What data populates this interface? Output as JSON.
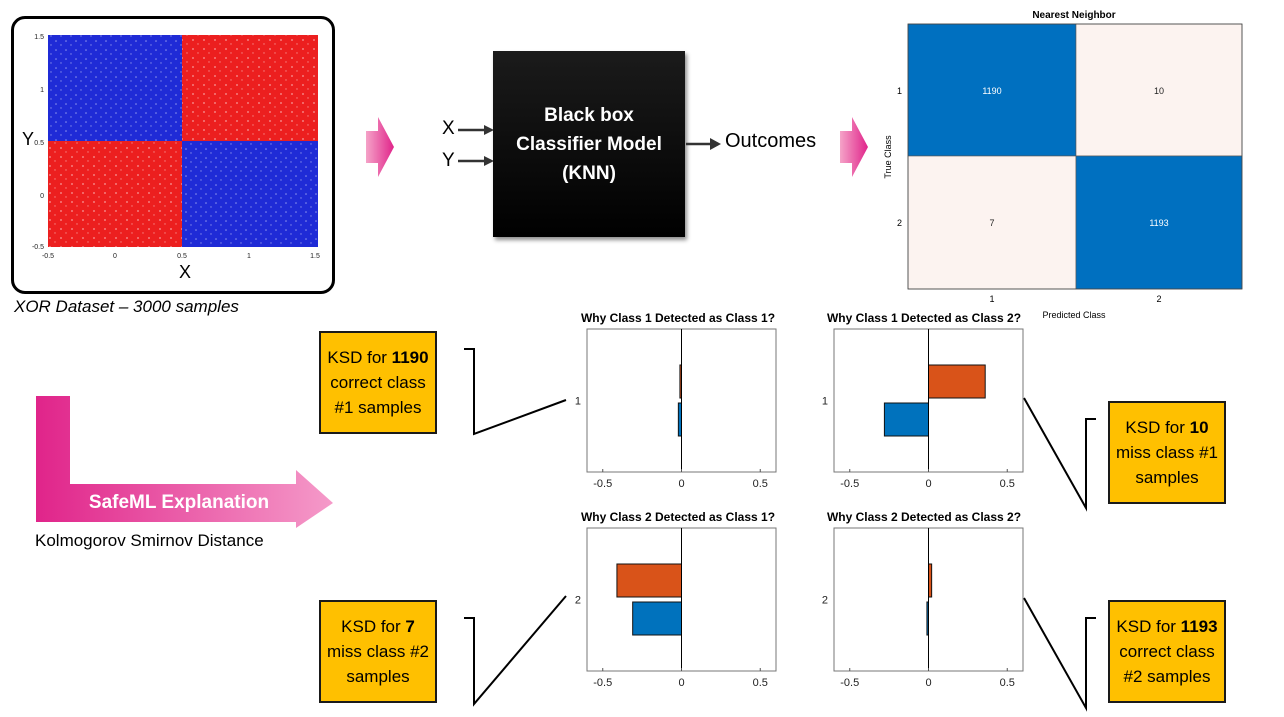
{
  "xor_plot": {
    "ylabel": "Y",
    "xlabel": "X",
    "x_ticks": [
      "-0.5",
      "0",
      "0.5",
      "1",
      "1.5"
    ],
    "y_ticks": [
      "1.5",
      "1",
      "0.5",
      "0",
      "-0.5"
    ],
    "quadrant_colors": {
      "top_left": "#1f2bd6",
      "top_right": "#ec1f1f",
      "bottom_left": "#ec1f1f",
      "bottom_right": "#1f2bd6"
    },
    "caption": "XOR Dataset – 3000 samples"
  },
  "model": {
    "line1": "Black box",
    "line2": "Classifier Model",
    "line3": "(KNN)",
    "input_x": "X",
    "input_y": "Y",
    "output": "Outcomes"
  },
  "confusion": {
    "title": "Nearest Neighbor",
    "ylabel": "True Class",
    "xlabel": "Predicted Class",
    "row_labels": [
      "1",
      "2"
    ],
    "col_labels": [
      "1",
      "2"
    ],
    "cells": [
      [
        "1190",
        "10"
      ],
      [
        "7",
        "1193"
      ]
    ],
    "diag_color": "#0070c0",
    "offdiag_color": "#fcf3f0"
  },
  "explanation": {
    "label": "SafeML Explanation",
    "caption": "Kolmogorov Smirnov Distance"
  },
  "ksd_boxes": [
    {
      "prefix": "KSD for ",
      "count": "1190",
      "rest": "correct class #1 samples"
    },
    {
      "prefix": "KSD for ",
      "count": "10",
      "rest": "miss class #1 samples"
    },
    {
      "prefix": "KSD for ",
      "count": "7",
      "rest": "miss class #2 samples"
    },
    {
      "prefix": "KSD for ",
      "count": "1193",
      "rest": "correct class #2 samples"
    }
  ],
  "chart_data": [
    {
      "type": "bar",
      "orientation": "horizontal",
      "title": "Why Class 1 Detected as Class 1?",
      "category": "1",
      "x_ticks": [
        "-0.5",
        "0",
        "0.5"
      ],
      "xlim": [
        -0.6,
        0.6
      ],
      "series": [
        {
          "values": [
            -0.01
          ],
          "color": "#d95319"
        },
        {
          "values": [
            -0.02
          ],
          "color": "#0072bd"
        }
      ]
    },
    {
      "type": "bar",
      "orientation": "horizontal",
      "title": "Why Class 1 Detected as Class 2?",
      "category": "1",
      "x_ticks": [
        "-0.5",
        "0",
        "0.5"
      ],
      "xlim": [
        -0.6,
        0.6
      ],
      "series": [
        {
          "values": [
            0.36
          ],
          "color": "#d95319"
        },
        {
          "values": [
            -0.28
          ],
          "color": "#0072bd"
        }
      ]
    },
    {
      "type": "bar",
      "orientation": "horizontal",
      "title": "Why Class 2 Detected as Class 1?",
      "category": "2",
      "x_ticks": [
        "-0.5",
        "0",
        "0.5"
      ],
      "xlim": [
        -0.6,
        0.6
      ],
      "series": [
        {
          "values": [
            -0.41
          ],
          "color": "#d95319"
        },
        {
          "values": [
            -0.31
          ],
          "color": "#0072bd"
        }
      ]
    },
    {
      "type": "bar",
      "orientation": "horizontal",
      "title": "Why Class 2 Detected as Class 2?",
      "category": "2",
      "x_ticks": [
        "-0.5",
        "0",
        "0.5"
      ],
      "xlim": [
        -0.6,
        0.6
      ],
      "series": [
        {
          "values": [
            0.02
          ],
          "color": "#d95319"
        },
        {
          "values": [
            -0.01
          ],
          "color": "#0072bd"
        }
      ]
    }
  ]
}
